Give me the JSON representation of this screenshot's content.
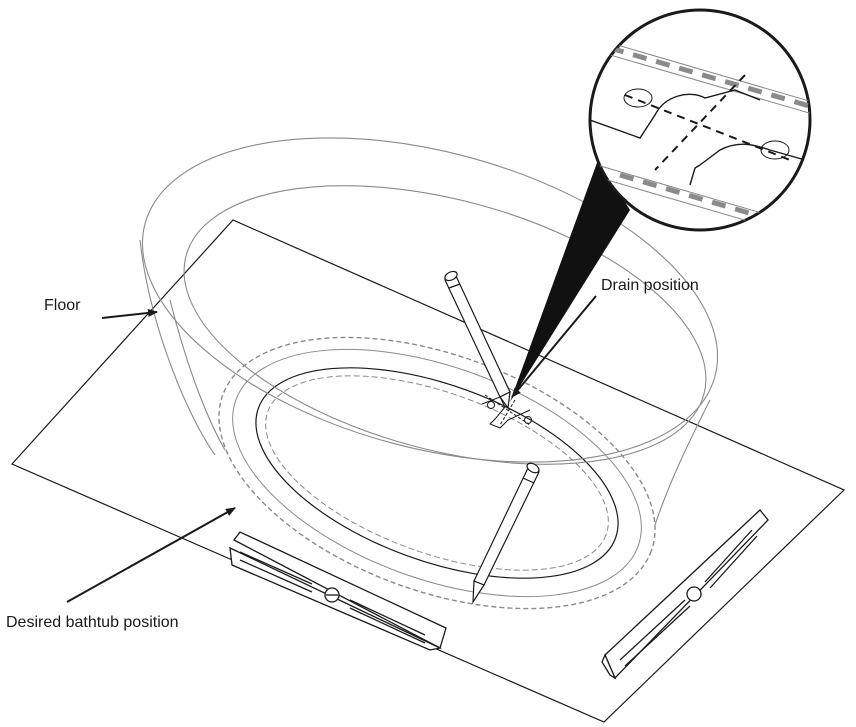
{
  "labels": {
    "floor": "Floor",
    "drain_position": "Drain position",
    "desired_position": "Desired bathtub position"
  },
  "colors": {
    "stroke": "#1a1a1a",
    "ghost": "#8a8a8a",
    "fill_dark": "#111111",
    "background": "#ffffff"
  }
}
